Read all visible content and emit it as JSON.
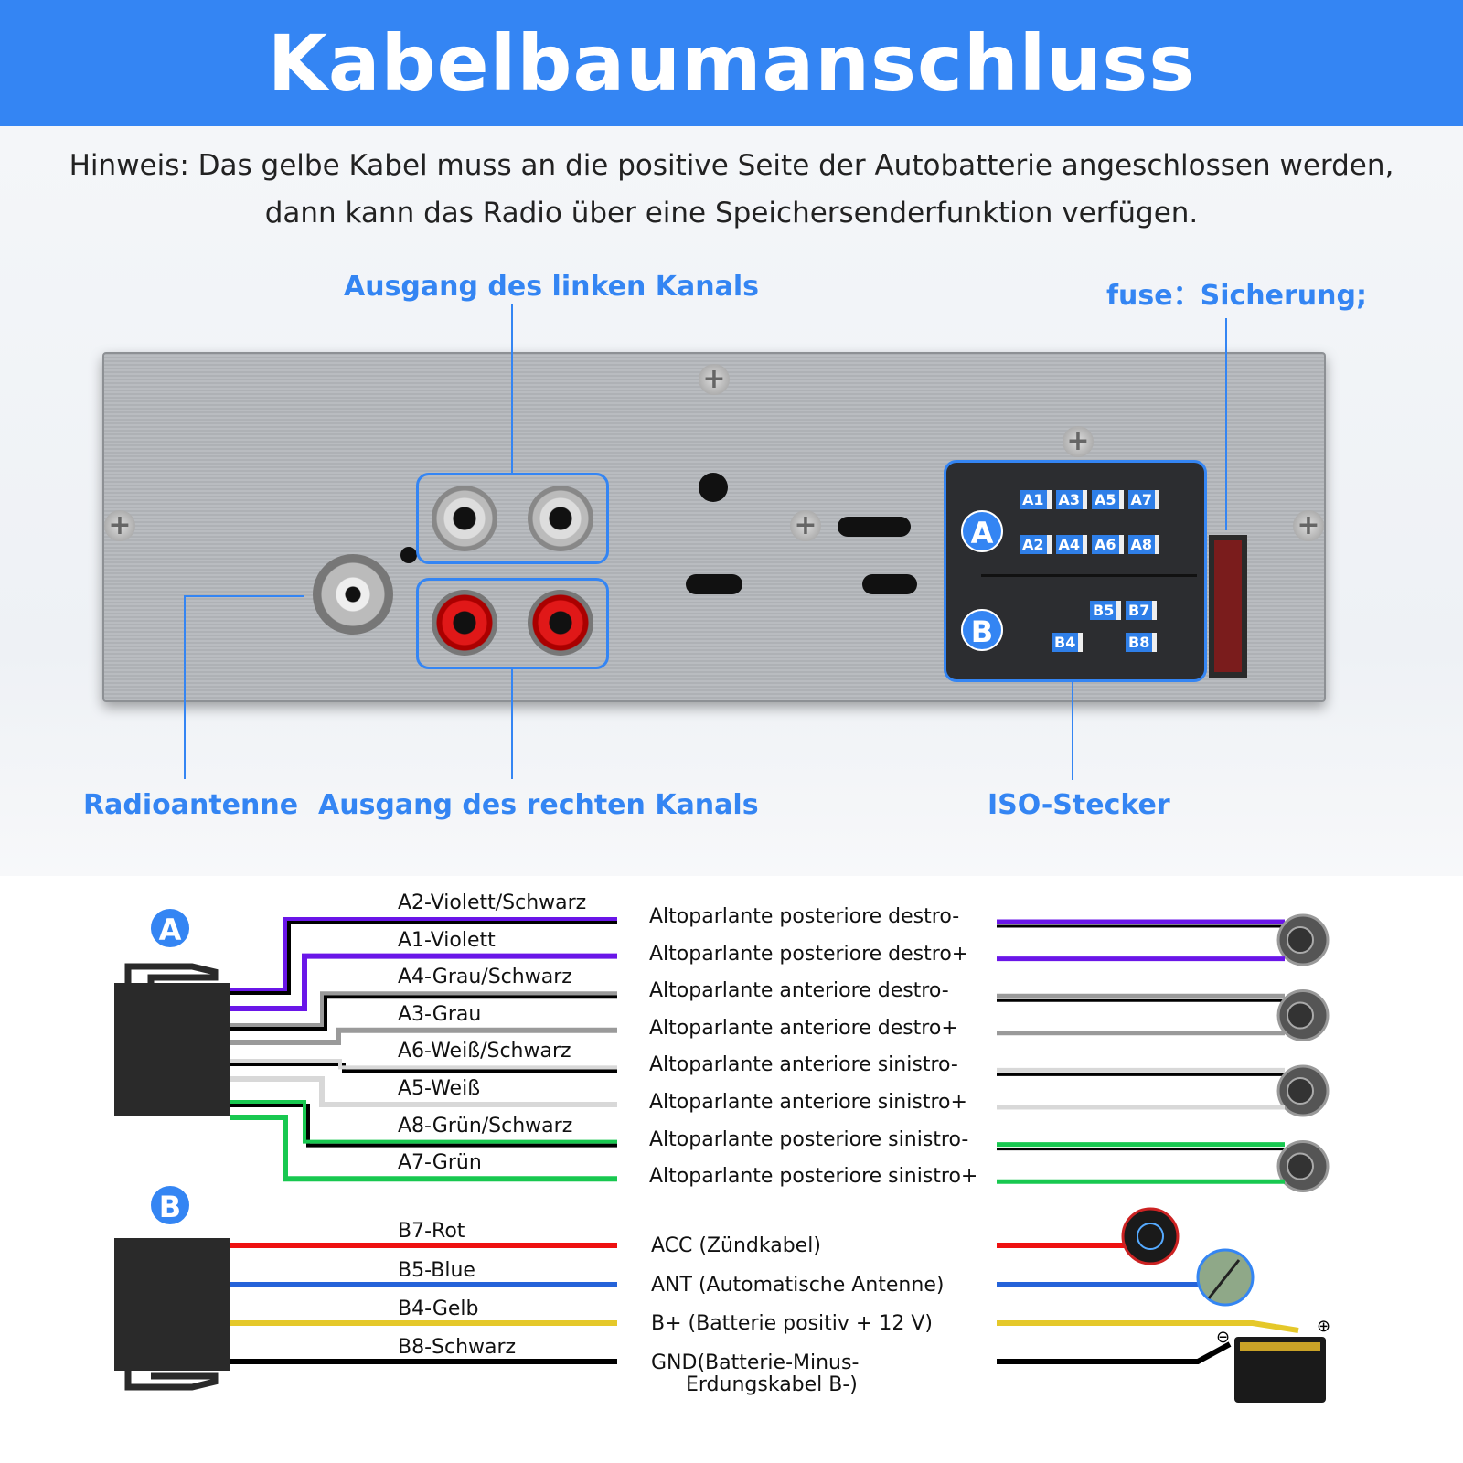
{
  "title": "Kabelbaumanschluss",
  "note": [
    "Hinweis: Das gelbe Kabel muss an die positive Seite der Autobatterie angeschlossen werden,",
    "dann kann das Radio über eine Speichersenderfunktion verfügen."
  ],
  "callouts": {
    "left_channel": "Ausgang des linken Kanals",
    "fuse": "fuse：Sicherung;",
    "antenna": "Radioantenne",
    "right_channel": "Ausgang des rechten Kanals",
    "iso": "ISO-Stecker"
  },
  "iso_pins": {
    "A": "A",
    "B": "B",
    "row1": [
      "A1",
      "A3",
      "A5",
      "A7"
    ],
    "row2": [
      "A2",
      "A4",
      "A6",
      "A8"
    ],
    "b_top": [
      "B5",
      "B7"
    ],
    "b_bottom": [
      "B4",
      "B8"
    ]
  },
  "colors": {
    "accent": "#3485f3",
    "violet": "#6a16e8",
    "grey": "#9a9a9a",
    "white": "#d8d8d8",
    "green": "#18c850",
    "red": "#ee1111",
    "blue": "#2563d9",
    "yellow": "#e5c82a",
    "black": "#000000"
  },
  "connector_a": {
    "badge": "A",
    "wires": [
      {
        "label": "A2-Violett/Schwarz",
        "color": "violet",
        "stripe": true,
        "function": "Altoparlante posteriore destro-"
      },
      {
        "label": "A1-Violett",
        "color": "violet",
        "stripe": false,
        "function": "Altoparlante posteriore destro+"
      },
      {
        "label": "A4-Grau/Schwarz",
        "color": "grey",
        "stripe": true,
        "function": "Altoparlante anteriore destro-"
      },
      {
        "label": "A3-Grau",
        "color": "grey",
        "stripe": false,
        "function": "Altoparlante anteriore destro+"
      },
      {
        "label": "A6-Weiß/Schwarz",
        "color": "white",
        "stripe": true,
        "function": "Altoparlante anteriore sinistro-"
      },
      {
        "label": "A5-Weiß",
        "color": "white",
        "stripe": false,
        "function": "Altoparlante anteriore sinistro+"
      },
      {
        "label": "A8-Grün/Schwarz",
        "color": "green",
        "stripe": true,
        "function": "Altoparlante posteriore sinistro-"
      },
      {
        "label": "A7-Grün",
        "color": "green",
        "stripe": false,
        "function": "Altoparlante posteriore sinistro+"
      }
    ]
  },
  "connector_b": {
    "badge": "B",
    "wires": [
      {
        "label": "B7-Rot",
        "color": "red",
        "function": "ACC (Zündkabel)"
      },
      {
        "label": "B5-Blue",
        "color": "blue",
        "function": "ANT (Automatische Antenne)"
      },
      {
        "label": "B4-Gelb",
        "color": "yellow",
        "function": "B+ (Batterie positiv + 12 V)"
      },
      {
        "label": "B8-Schwarz",
        "color": "black",
        "function": "GND(Batterie-Minus-",
        "function2": "Erdungskabel B-)"
      }
    ]
  },
  "battery": {
    "minus": "⊖",
    "plus": "⊕"
  }
}
